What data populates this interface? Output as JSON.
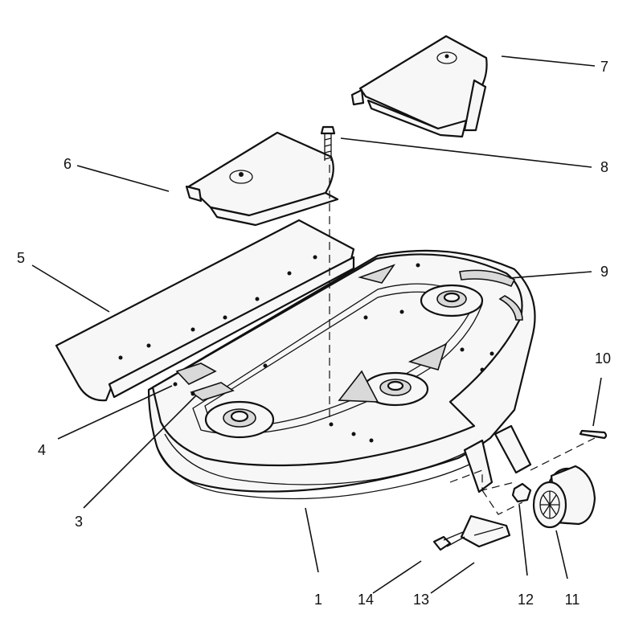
{
  "callouts": {
    "c1": "1",
    "c2": "3",
    "c3": "4",
    "c4": "5",
    "c5": "6",
    "c6": "7",
    "c7": "8",
    "c8": "9",
    "c9": "10",
    "c10": "11",
    "c11": "12",
    "c12": "13",
    "c13": "14"
  }
}
